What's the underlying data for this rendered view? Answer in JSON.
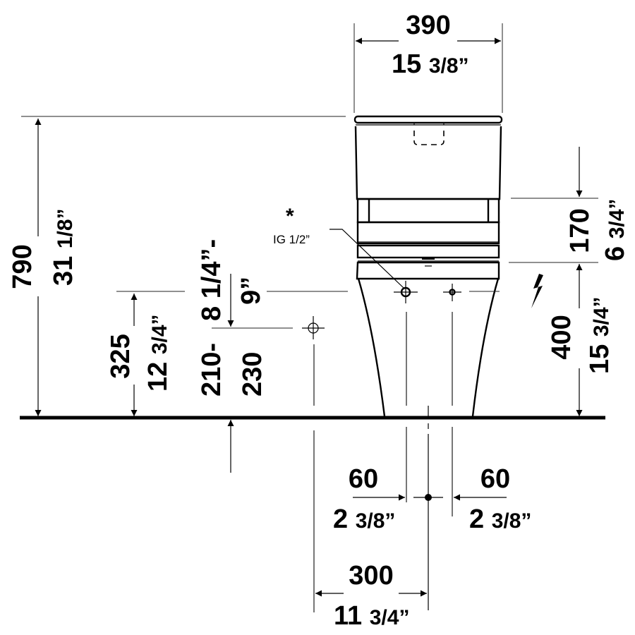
{
  "drawing": {
    "title": "Toilet front elevation dimension drawing",
    "units_primary": "mm",
    "units_secondary": "inch",
    "dimensions": {
      "overall_width": {
        "mm": "390",
        "inch_whole": "15",
        "inch_frac": "3/8”"
      },
      "overall_height": {
        "mm": "790",
        "inch_whole": "31",
        "inch_frac": "1/8”"
      },
      "tank_section_height": {
        "mm": "170",
        "inch_whole": "6",
        "inch_frac": "3/4”"
      },
      "electrical_height": {
        "mm": "400",
        "inch_whole": "15",
        "inch_frac": "3/4”"
      },
      "water_supply_height": {
        "mm": "325",
        "inch_whole": "12",
        "inch_frac": "3/4”"
      },
      "supply_offset_range": {
        "mm_from": "210-",
        "mm_to": "230",
        "inch_from": "8 1/4”-",
        "inch_to": "9”"
      },
      "left_offset": {
        "mm": "60",
        "inch_whole": "2",
        "inch_frac": "3/8”"
      },
      "right_offset": {
        "mm": "60",
        "inch_whole": "2",
        "inch_frac": "3/8”"
      },
      "supply_from_center": {
        "mm": "300",
        "inch_whole": "11",
        "inch_frac": "3/4”"
      }
    },
    "notes": {
      "asterisk": "*",
      "thread_callout": "IG 1/2”"
    },
    "symbols": {
      "electrical": "lightning-bolt-icon",
      "connection_point": "crosshair-circle-icon",
      "centerline_point": "filled-dot-icon"
    }
  }
}
